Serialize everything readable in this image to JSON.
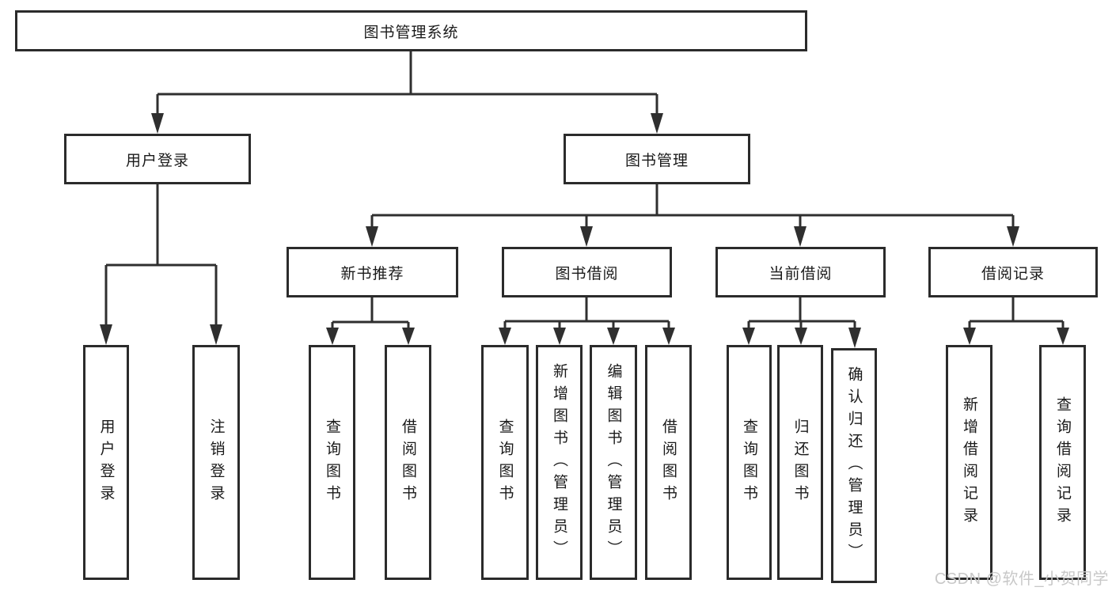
{
  "diagram": {
    "type": "hierarchy-tree",
    "colors": {
      "line": "#2f2f2f",
      "box_border": "#2b2b2b",
      "box_fill": "#ffffff",
      "text": "#1a1a1a",
      "watermark": "#c8c8c8",
      "background": "#ffffff"
    },
    "watermark": {
      "text": "CSDN @软件_小贺同学"
    }
  },
  "tree": {
    "label": "图书管理系统",
    "children": [
      {
        "label": "用户登录",
        "children": [
          {
            "label": "用户登录"
          },
          {
            "label": "注销登录"
          }
        ]
      },
      {
        "label": "图书管理",
        "children": [
          {
            "label": "新书推荐",
            "children": [
              {
                "label": "查询图书"
              },
              {
                "label": "借阅图书"
              }
            ]
          },
          {
            "label": "图书借阅",
            "children": [
              {
                "label": "查询图书"
              },
              {
                "label": "新增图书（管理员）"
              },
              {
                "label": "编辑图书（管理员）"
              },
              {
                "label": "借阅图书"
              }
            ]
          },
          {
            "label": "当前借阅",
            "children": [
              {
                "label": "查询图书"
              },
              {
                "label": "归还图书"
              },
              {
                "label": "确认归还（管理员）"
              }
            ]
          },
          {
            "label": "借阅记录",
            "children": [
              {
                "label": "新增借阅记录"
              },
              {
                "label": "查询借阅记录"
              }
            ]
          }
        ]
      }
    ]
  }
}
